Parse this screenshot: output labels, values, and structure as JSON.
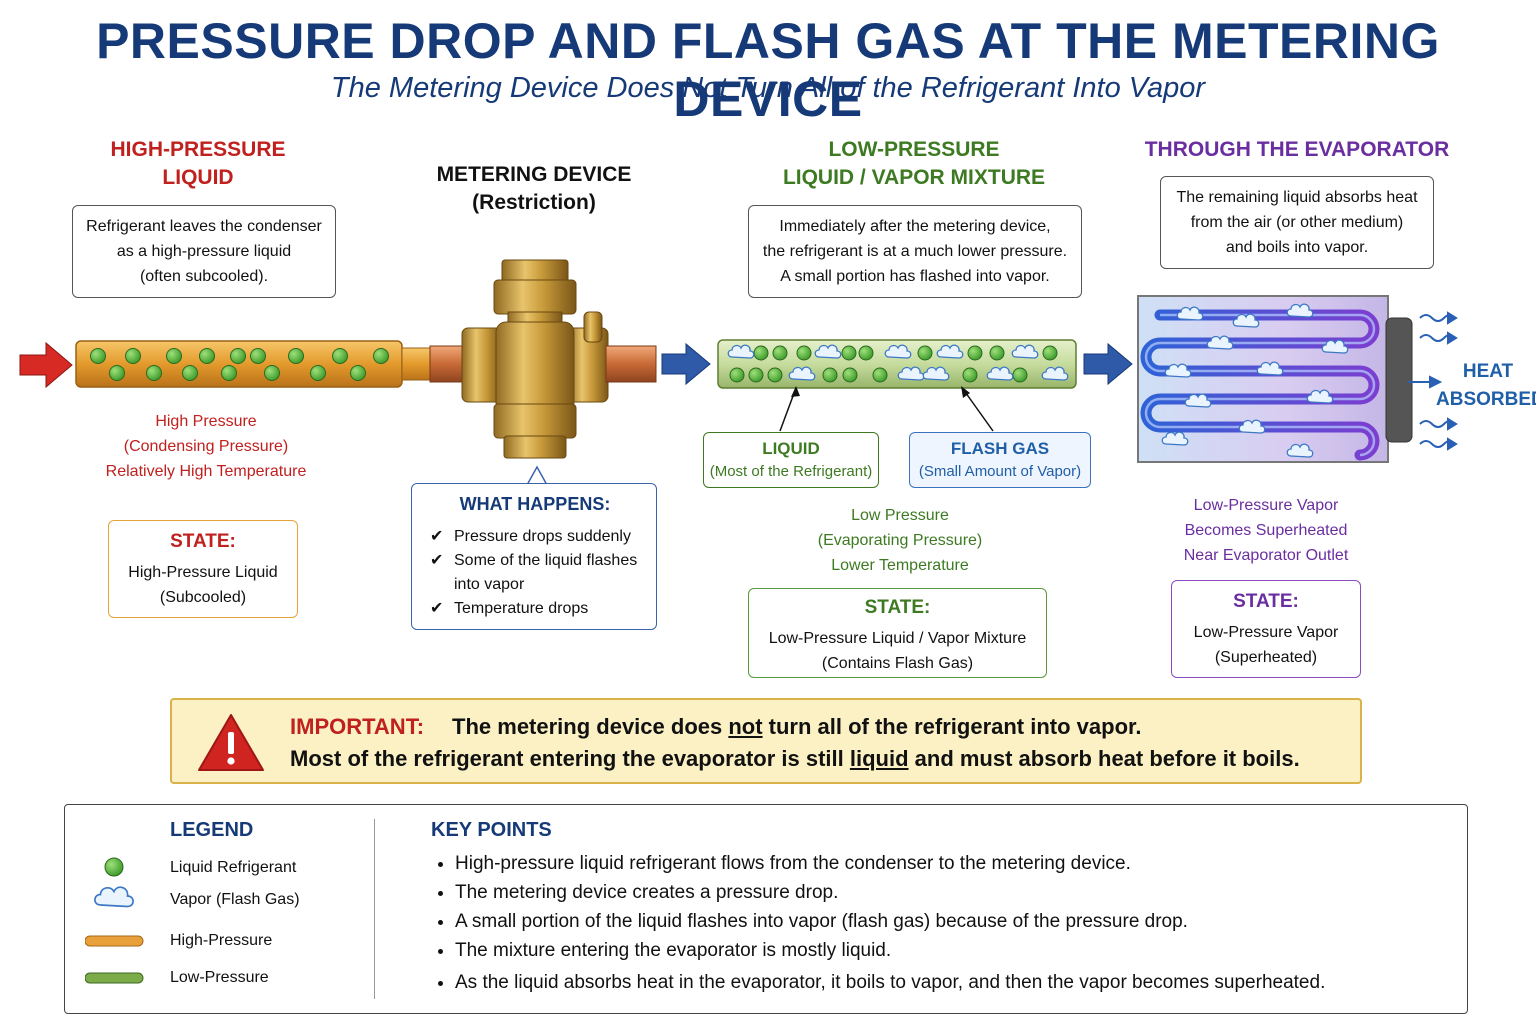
{
  "title": "PRESSURE DROP AND FLASH GAS AT THE METERING DEVICE",
  "subtitle": "The Metering Device Does Not Turn All of the Refrigerant Into Vapor",
  "colors": {
    "title": "#163a78",
    "high_pressure": "#c0201e",
    "low_pressure": "#3d7a22",
    "evaporator": "#6a2ea0",
    "flash_gas": "#1f5fa8",
    "important_bg": "#fbf1c4"
  },
  "sections": {
    "high": {
      "heading_line1": "HIGH-PRESSURE",
      "heading_line2": "LIQUID",
      "desc": [
        "Refrigerant leaves the condenser",
        "as a high-pressure liquid",
        "(often subcooled)."
      ],
      "conditions": [
        "High Pressure",
        "(Condensing Pressure)",
        "Relatively High Temperature"
      ],
      "state_title": "STATE:",
      "state_lines": [
        "High-Pressure Liquid",
        "(Subcooled)"
      ]
    },
    "metering": {
      "heading_line1": "METERING DEVICE",
      "heading_line2": "(Restriction)",
      "what_title": "WHAT HAPPENS:",
      "what_items": [
        "Pressure drops suddenly",
        "Some of the liquid flashes into vapor",
        "Temperature drops"
      ],
      "check_icon": "check-icon"
    },
    "low": {
      "heading_line1": "LOW-PRESSURE",
      "heading_line2": "LIQUID / VAPOR MIXTURE",
      "desc": [
        "Immediately after the metering device,",
        "the refrigerant is at a much lower pressure.",
        "A small portion has flashed into vapor."
      ],
      "liquid_label": [
        "LIQUID",
        "(Most of the Refrigerant)"
      ],
      "flash_label": [
        "FLASH GAS",
        "(Small Amount of Vapor)"
      ],
      "conditions": [
        "Low Pressure",
        "(Evaporating Pressure)",
        "Lower Temperature"
      ],
      "state_title": "STATE:",
      "state_lines": [
        "Low-Pressure Liquid / Vapor Mixture",
        "(Contains Flash Gas)"
      ]
    },
    "evaporator": {
      "heading": "THROUGH THE EVAPORATOR",
      "desc": [
        "The remaining liquid absorbs heat",
        "from the air (or other medium)",
        "and boils into vapor."
      ],
      "heat_label": [
        "HEAT",
        "ABSORBED"
      ],
      "conditions": [
        "Low-Pressure Vapor",
        "Becomes Superheated",
        "Near Evaporator Outlet"
      ],
      "state_title": "STATE:",
      "state_lines": [
        "Low-Pressure Vapor",
        "(Superheated)"
      ]
    }
  },
  "important": {
    "label": "IMPORTANT:",
    "line1_pre": "The metering device does ",
    "line1_u": "not",
    "line1_post": " turn all of the refrigerant into vapor.",
    "line2_pre": "Most of the refrigerant entering the evaporator is still ",
    "line2_u": "liquid",
    "line2_post": " and must absorb heat before it boils.",
    "icon": "warning-icon"
  },
  "legend": {
    "title": "LEGEND",
    "items": [
      "Liquid Refrigerant",
      "Vapor (Flash Gas)",
      "High-Pressure",
      "Low-Pressure"
    ]
  },
  "key_points": {
    "title": "KEY POINTS",
    "items": [
      "High-pressure liquid refrigerant flows from the condenser to the metering device.",
      "The metering device creates a pressure drop.",
      "A small portion of the liquid flashes into vapor (flash gas) because of the pressure drop.",
      "The mixture entering the evaporator is mostly liquid.",
      "As the liquid absorbs heat in the evaporator, it boils to vapor, and then the vapor becomes superheated."
    ]
  }
}
